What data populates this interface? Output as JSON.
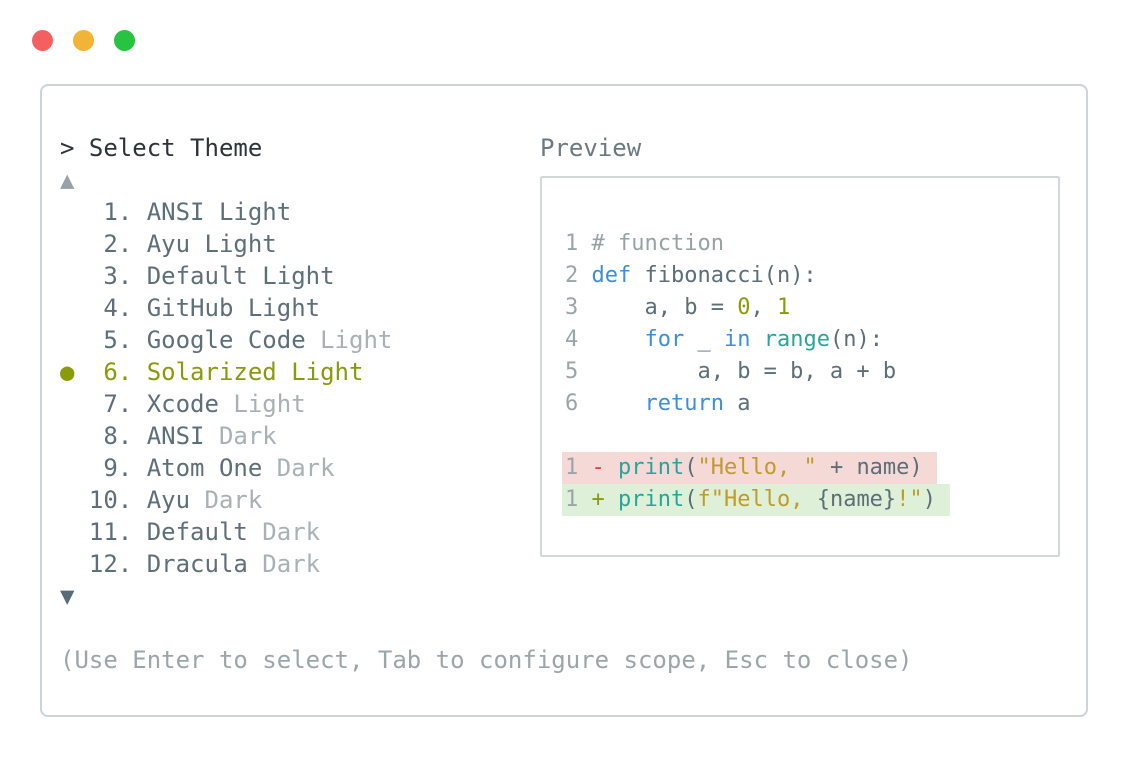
{
  "window": {
    "traffic_lights": [
      {
        "name": "close",
        "color": "#f4605f"
      },
      {
        "name": "minimize",
        "color": "#f1b434"
      },
      {
        "name": "zoom",
        "color": "#26c440"
      }
    ]
  },
  "prompt": {
    "text": "> Select Theme"
  },
  "theme_list": {
    "up_arrow": "▲",
    "down_arrow": "▼",
    "bullet": "●",
    "items": [
      {
        "num": "1.",
        "name": "ANSI Light",
        "dim": null,
        "selected": false
      },
      {
        "num": "2.",
        "name": "Ayu Light",
        "dim": null,
        "selected": false
      },
      {
        "num": "3.",
        "name": "Default Light",
        "dim": null,
        "selected": false
      },
      {
        "num": "4.",
        "name": "GitHub Light",
        "dim": null,
        "selected": false
      },
      {
        "num": "5.",
        "name": "Google Code",
        "dim": "Light",
        "selected": false
      },
      {
        "num": "6.",
        "name": "Solarized Light",
        "dim": null,
        "selected": true
      },
      {
        "num": "7.",
        "name": "Xcode",
        "dim": "Light",
        "selected": false
      },
      {
        "num": "8.",
        "name": "ANSI",
        "dim": "Dark",
        "selected": false
      },
      {
        "num": "9.",
        "name": "Atom One",
        "dim": "Dark",
        "selected": false
      },
      {
        "num": "10.",
        "name": "Ayu",
        "dim": "Dark",
        "selected": false
      },
      {
        "num": "11.",
        "name": "Default",
        "dim": "Dark",
        "selected": false
      },
      {
        "num": "12.",
        "name": "Dracula",
        "dim": "Dark",
        "selected": false
      }
    ]
  },
  "preview": {
    "label": "Preview",
    "code_lines": [
      [
        {
          "c": "ln",
          "t": "1 "
        },
        {
          "c": "com",
          "t": "# function"
        }
      ],
      [
        {
          "c": "ln",
          "t": "2 "
        },
        {
          "c": "kw",
          "t": "def"
        },
        {
          "c": "def",
          "t": " fibonacci(n):"
        }
      ],
      [
        {
          "c": "ln",
          "t": "3 "
        },
        {
          "c": "def",
          "t": "    a, b = "
        },
        {
          "c": "num",
          "t": "0"
        },
        {
          "c": "def",
          "t": ", "
        },
        {
          "c": "num",
          "t": "1"
        }
      ],
      [
        {
          "c": "ln",
          "t": "4 "
        },
        {
          "c": "def",
          "t": "    "
        },
        {
          "c": "kw",
          "t": "for"
        },
        {
          "c": "def",
          "t": " _ "
        },
        {
          "c": "kw",
          "t": "in"
        },
        {
          "c": "def",
          "t": " "
        },
        {
          "c": "fn",
          "t": "range"
        },
        {
          "c": "def",
          "t": "(n):"
        }
      ],
      [
        {
          "c": "ln",
          "t": "5 "
        },
        {
          "c": "def",
          "t": "        a, b = b, a + b"
        }
      ],
      [
        {
          "c": "ln",
          "t": "6 "
        },
        {
          "c": "def",
          "t": "    "
        },
        {
          "c": "kw",
          "t": "return"
        },
        {
          "c": "def",
          "t": " a"
        }
      ]
    ],
    "diff_lines": [
      {
        "kind": "removed",
        "tokens": [
          {
            "c": "ln",
            "t": "1 "
          },
          {
            "c": "red",
            "t": "- "
          },
          {
            "c": "fn",
            "t": "print"
          },
          {
            "c": "def",
            "t": "("
          },
          {
            "c": "str",
            "t": "\"Hello, \""
          },
          {
            "c": "def",
            "t": " + name)"
          }
        ]
      },
      {
        "kind": "added",
        "tokens": [
          {
            "c": "ln",
            "t": "1 "
          },
          {
            "c": "grn",
            "t": "+ "
          },
          {
            "c": "fn",
            "t": "print"
          },
          {
            "c": "def",
            "t": "("
          },
          {
            "c": "str",
            "t": "f\"Hello, "
          },
          {
            "c": "def",
            "t": "{name}"
          },
          {
            "c": "str",
            "t": "!\""
          },
          {
            "c": "def",
            "t": ")"
          }
        ]
      }
    ]
  },
  "footer": {
    "hint": "(Use Enter to select, Tab to configure scope, Esc to close)"
  },
  "colors": {
    "accent_olive": "#8a9a0b",
    "kw_blue": "#3c8edd",
    "fn_teal": "#2aa49b",
    "str_yellow": "#c09b28",
    "diff_red": "#e03d38",
    "removed_bg": "#f5d9d6",
    "added_bg": "#def0d8"
  }
}
